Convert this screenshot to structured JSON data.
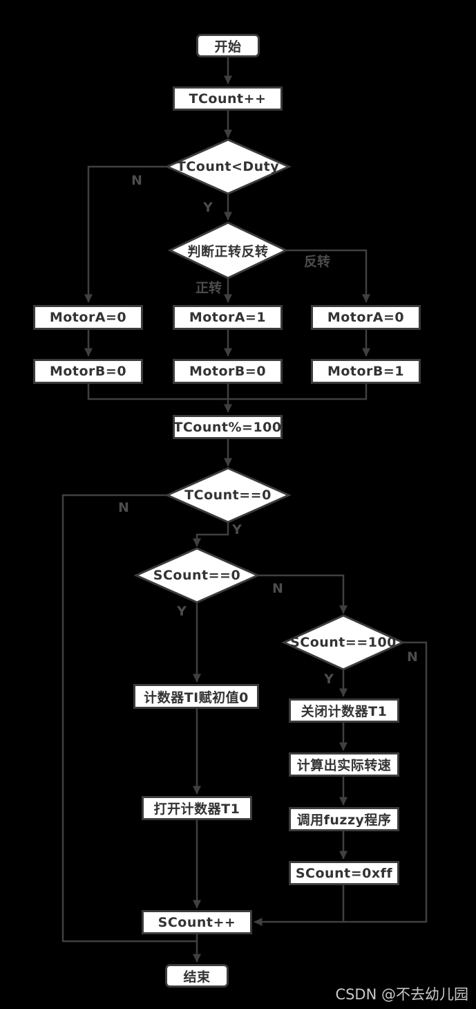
{
  "flowchart": {
    "nodes": {
      "start": "开始",
      "tcount_increment": "TCount++",
      "check_tcount_duty": "TCount<Duty",
      "check_direction": "判断正转反转",
      "motor_a_left": "MotorA=0",
      "motor_a_center": "MotorA=1",
      "motor_a_right": "MotorA=0",
      "motor_b_left": "MotorB=0",
      "motor_b_center": "MotorB=0",
      "motor_b_right": "MotorB=1",
      "tcount_mod": "TCount%=100",
      "check_tcount_zero": "TCount==0",
      "check_scount_zero": "SCount==0",
      "check_scount_100": "SCount==100",
      "init_counter": "计数器TI赋初值0",
      "open_counter": "打开计数器T1",
      "close_counter": "关闭计数器T1",
      "calc_speed": "计算出实际转速",
      "call_fuzzy": "调用fuzzy程序",
      "scount_set": "SCount=0xff",
      "scount_increment": "SCount++",
      "end": "结束"
    },
    "edge_labels": {
      "duty_no": "N",
      "duty_yes": "Y",
      "forward": "正转",
      "reverse": "反转",
      "tzero_no": "N",
      "tzero_yes": "Y",
      "szero_yes": "Y",
      "szero_no": "N",
      "s100_yes": "Y",
      "s100_no": "N"
    }
  },
  "watermark": "CSDN @不去幼儿园",
  "colors": {
    "background": "#000000",
    "node_fill": "#ffffff",
    "node_border": "#3c3c3c",
    "node_text": "#333333",
    "connector": "#404040",
    "edge_label_text": "#4d4d4d",
    "watermark_text": "#c9c9c9"
  }
}
